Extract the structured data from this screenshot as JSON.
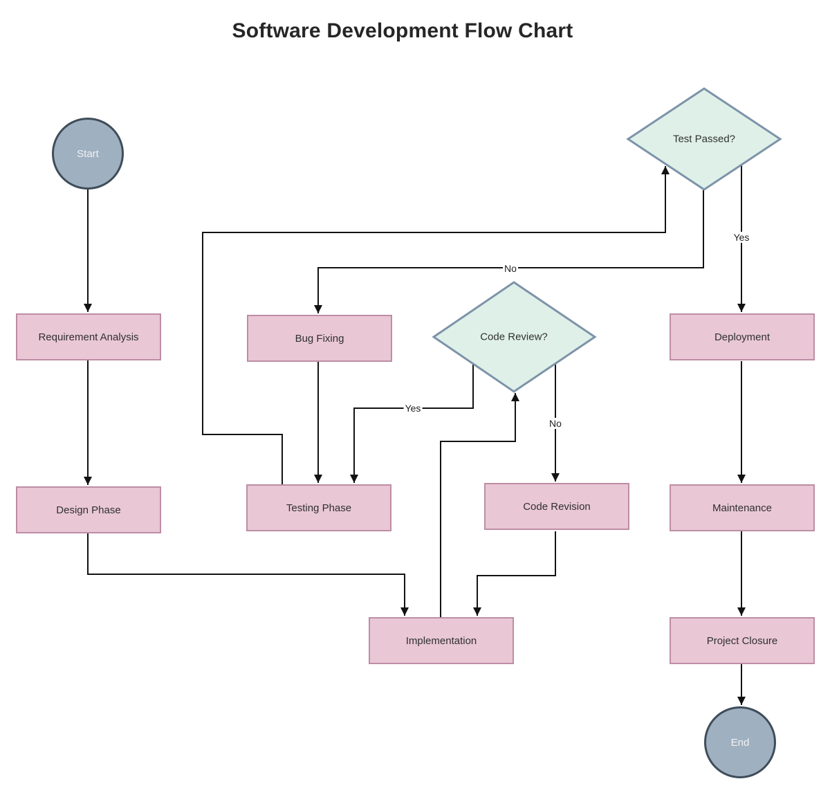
{
  "title": "Software Development Flow Chart",
  "colors": {
    "process_fill": "#e9c7d5",
    "process_border": "#bd8da4",
    "decision_fill": "#dff0e9",
    "decision_border": "#7d93a8",
    "terminal_fill": "#9fb0c1",
    "terminal_border": "#3f4d59",
    "line": "#121212",
    "label_text": "#303030"
  },
  "nodes": {
    "start": {
      "label": "Start",
      "type": "terminal"
    },
    "requirement_analysis": {
      "label": "Requirement Analysis",
      "type": "process"
    },
    "design_phase": {
      "label": "Design Phase",
      "type": "process"
    },
    "bug_fixing": {
      "label": "Bug Fixing",
      "type": "process"
    },
    "testing_phase": {
      "label": "Testing Phase",
      "type": "process"
    },
    "test_passed": {
      "label": "Test Passed?",
      "type": "decision"
    },
    "code_review": {
      "label": "Code Review?",
      "type": "decision"
    },
    "code_revision": {
      "label": "Code Revision",
      "type": "process"
    },
    "implementation": {
      "label": "Implementation",
      "type": "process"
    },
    "deployment": {
      "label": "Deployment",
      "type": "process"
    },
    "maintenance": {
      "label": "Maintenance",
      "type": "process"
    },
    "project_closure": {
      "label": "Project Closure",
      "type": "process"
    },
    "end": {
      "label": "End",
      "type": "terminal"
    }
  },
  "edges": [
    {
      "from": "Start",
      "to": "Requirement Analysis",
      "label": ""
    },
    {
      "from": "Requirement Analysis",
      "to": "Design Phase",
      "label": ""
    },
    {
      "from": "Design Phase",
      "to": "Implementation",
      "label": ""
    },
    {
      "from": "Implementation",
      "to": "Code Review?",
      "label": ""
    },
    {
      "from": "Code Review?",
      "to": "Testing Phase",
      "label": "Yes"
    },
    {
      "from": "Code Review?",
      "to": "Code Revision",
      "label": "No"
    },
    {
      "from": "Code Revision",
      "to": "Implementation",
      "label": ""
    },
    {
      "from": "Testing Phase",
      "to": "Test Passed?",
      "label": ""
    },
    {
      "from": "Test Passed?",
      "to": "Deployment",
      "label": "Yes"
    },
    {
      "from": "Test Passed?",
      "to": "Bug Fixing",
      "label": "No"
    },
    {
      "from": "Bug Fixing",
      "to": "Testing Phase",
      "label": ""
    },
    {
      "from": "Deployment",
      "to": "Maintenance",
      "label": ""
    },
    {
      "from": "Maintenance",
      "to": "Project Closure",
      "label": ""
    },
    {
      "from": "Project Closure",
      "to": "End",
      "label": ""
    }
  ]
}
